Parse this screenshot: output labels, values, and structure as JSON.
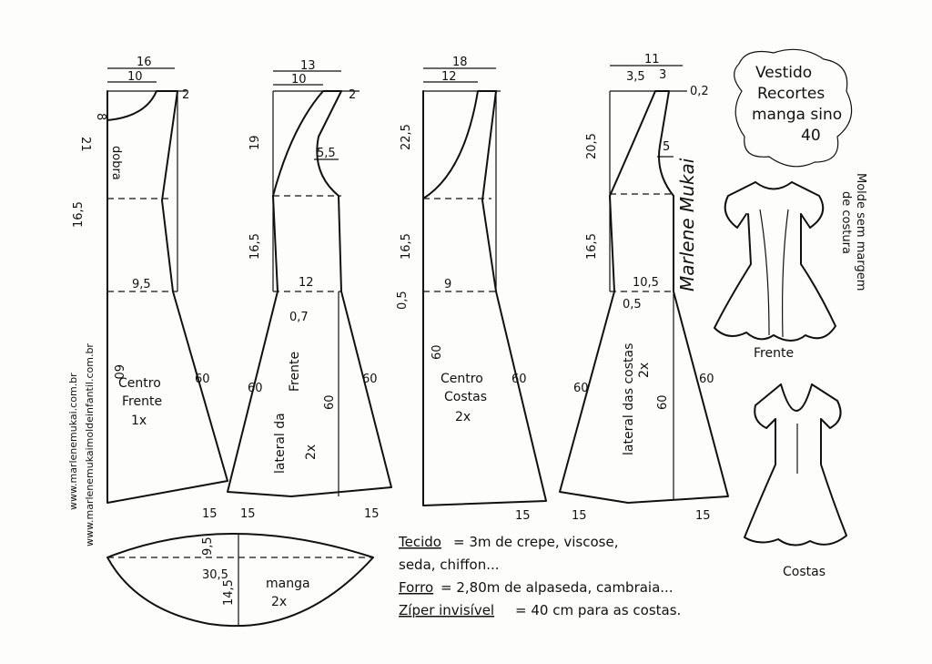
{
  "title": {
    "line1": "Vestido",
    "line2": "Recortes",
    "line3": "manga sino",
    "line4": "40"
  },
  "website": {
    "line1": "www.marlenemukai.com.br",
    "line2": "www.marlenemukaimoldeinfantil.com.br"
  },
  "signature": "Marlene Mukai",
  "note": {
    "line1": "Molde sem margem",
    "line2": "de costura"
  },
  "views": {
    "front": "Frente",
    "back": "Costas"
  },
  "pieces": {
    "centro_frente": {
      "name1": "Centro",
      "name2": "Frente",
      "qty": "1x",
      "m_top": "16",
      "m_neck": "10",
      "m_shoulder": "2",
      "m_neck_drop": "8",
      "m_armhole": "21",
      "m_waist_len": "16,5",
      "m_waist": "9,5",
      "m_skirt": "60",
      "m_side": "60",
      "m_hem": "15",
      "m_fold": "dobra"
    },
    "lateral_frente": {
      "name1": "lateral da",
      "name2": "Frente",
      "qty": "2x",
      "m_top": "13",
      "m_neck": "10",
      "m_shoulder": "2",
      "m_arm": "19",
      "m_arm_depth": "5,5",
      "m_waist_len": "16,5",
      "m_waist": "12",
      "m_small": "0,7",
      "m_skirt": "60",
      "m_side": "60",
      "m_hem": "15"
    },
    "centro_costas": {
      "name1": "Centro",
      "name2": "Costas",
      "qty": "2x",
      "m_top": "18",
      "m_neck": "12",
      "m_armhole": "22,5",
      "m_waist_len": "16,5",
      "m_waist": "9",
      "m_small": "0,5",
      "m_skirt": "60",
      "m_side": "60",
      "m_hem": "15"
    },
    "lateral_costas": {
      "name1": "lateral das costas",
      "qty": "2x",
      "m_top": "11",
      "m_neck": "3,5",
      "m_neck2": "3",
      "m_shoulder": "0,2",
      "m_arm": "20,5",
      "m_arm_depth": "5",
      "m_waist_len": "16,5",
      "m_waist": "10,5",
      "m_small": "0,5",
      "m_skirt": "60",
      "m_side": "60",
      "m_hem": "15"
    },
    "manga": {
      "name": "manga",
      "qty": "2x",
      "m_width": "30,5",
      "m_cap": "9,5",
      "m_height": "14,5"
    }
  },
  "materials": {
    "line1_label": "Tecido",
    "line1_text": "= 3m de crepe, viscose,",
    "line2": "seda, chiffon...",
    "line3_label": "Forro",
    "line3_text": "= 2,80m de alpaseda, cambraia...",
    "line4_label": "Zíper invisível",
    "line4_text": "= 40 cm para as costas."
  }
}
